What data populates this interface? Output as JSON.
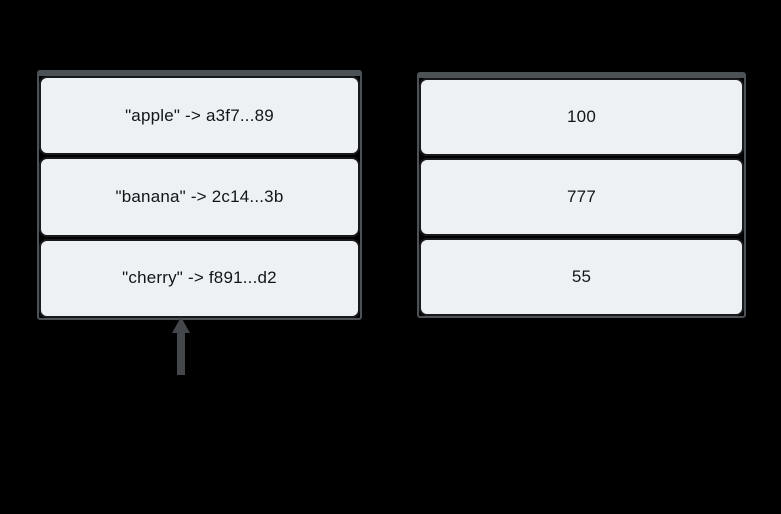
{
  "diagram": {
    "type": "flowchart",
    "left_cluster": {
      "nodes": [
        {
          "label": "\"apple\" -> a3f7...89"
        },
        {
          "label": "\"banana\" -> 2c14...3b"
        },
        {
          "label": "\"cherry\" -> f891...d2"
        }
      ]
    },
    "right_cluster": {
      "nodes": [
        {
          "label": "100"
        },
        {
          "label": "777"
        },
        {
          "label": "55"
        }
      ]
    },
    "colors": {
      "background": "#000000",
      "node_fill": "#eef1f3",
      "node_border": "#17191c",
      "node_text": "#121519",
      "cluster_border": "#4c5156",
      "connector": "#43474c"
    }
  }
}
